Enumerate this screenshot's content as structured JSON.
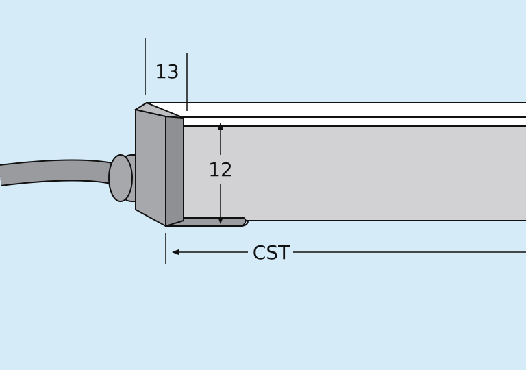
{
  "diagram": {
    "dimensions": {
      "depth_label": "13",
      "height_label": "12",
      "length_label": "CST"
    },
    "colors": {
      "background": "#d6ebf8",
      "profile_body": "#d2d2d4",
      "end_cap": "#a7a8ac",
      "end_cap_edge": "#8f9094",
      "cable": "#9a9b9f",
      "lens": "#ffffff",
      "line": "#111111"
    }
  }
}
